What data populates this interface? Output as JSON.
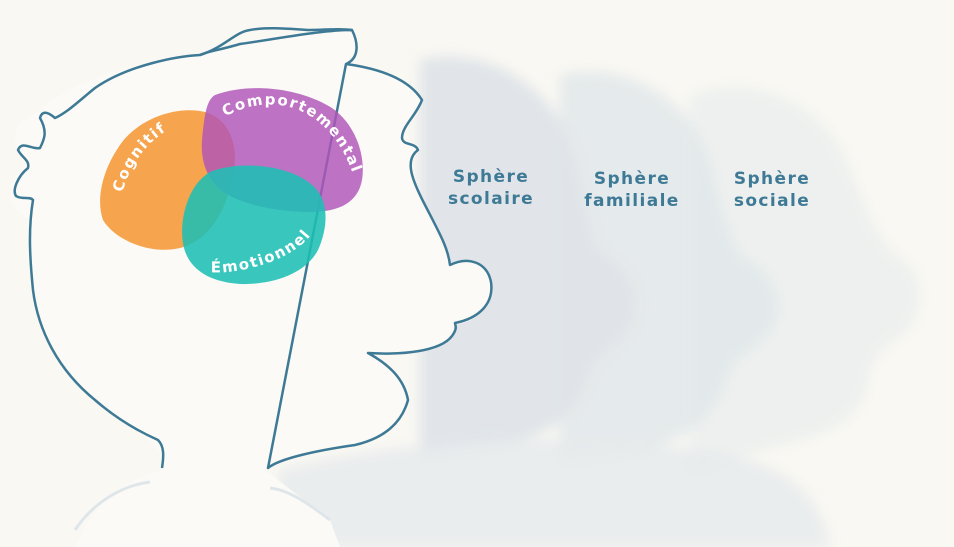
{
  "diagram": {
    "domains": [
      {
        "id": "cognitif",
        "label": "Cognitif",
        "color": "#f6a045"
      },
      {
        "id": "comportemental",
        "label": "Comportemental",
        "color": "#b054b8"
      },
      {
        "id": "emotionnel",
        "label": "Émotionnel",
        "color": "#1ebfb5"
      }
    ],
    "spheres": [
      {
        "line1": "Sphère",
        "line2": "scolaire"
      },
      {
        "line1": "Sphère",
        "line2": "familiale"
      },
      {
        "line1": "Sphère",
        "line2": "sociale"
      }
    ],
    "colors": {
      "background": "#f9f8f3",
      "outline": "#3e7a96",
      "sphere_text": "#3e7a96",
      "shadow_heads": "#dfe4e7"
    }
  }
}
